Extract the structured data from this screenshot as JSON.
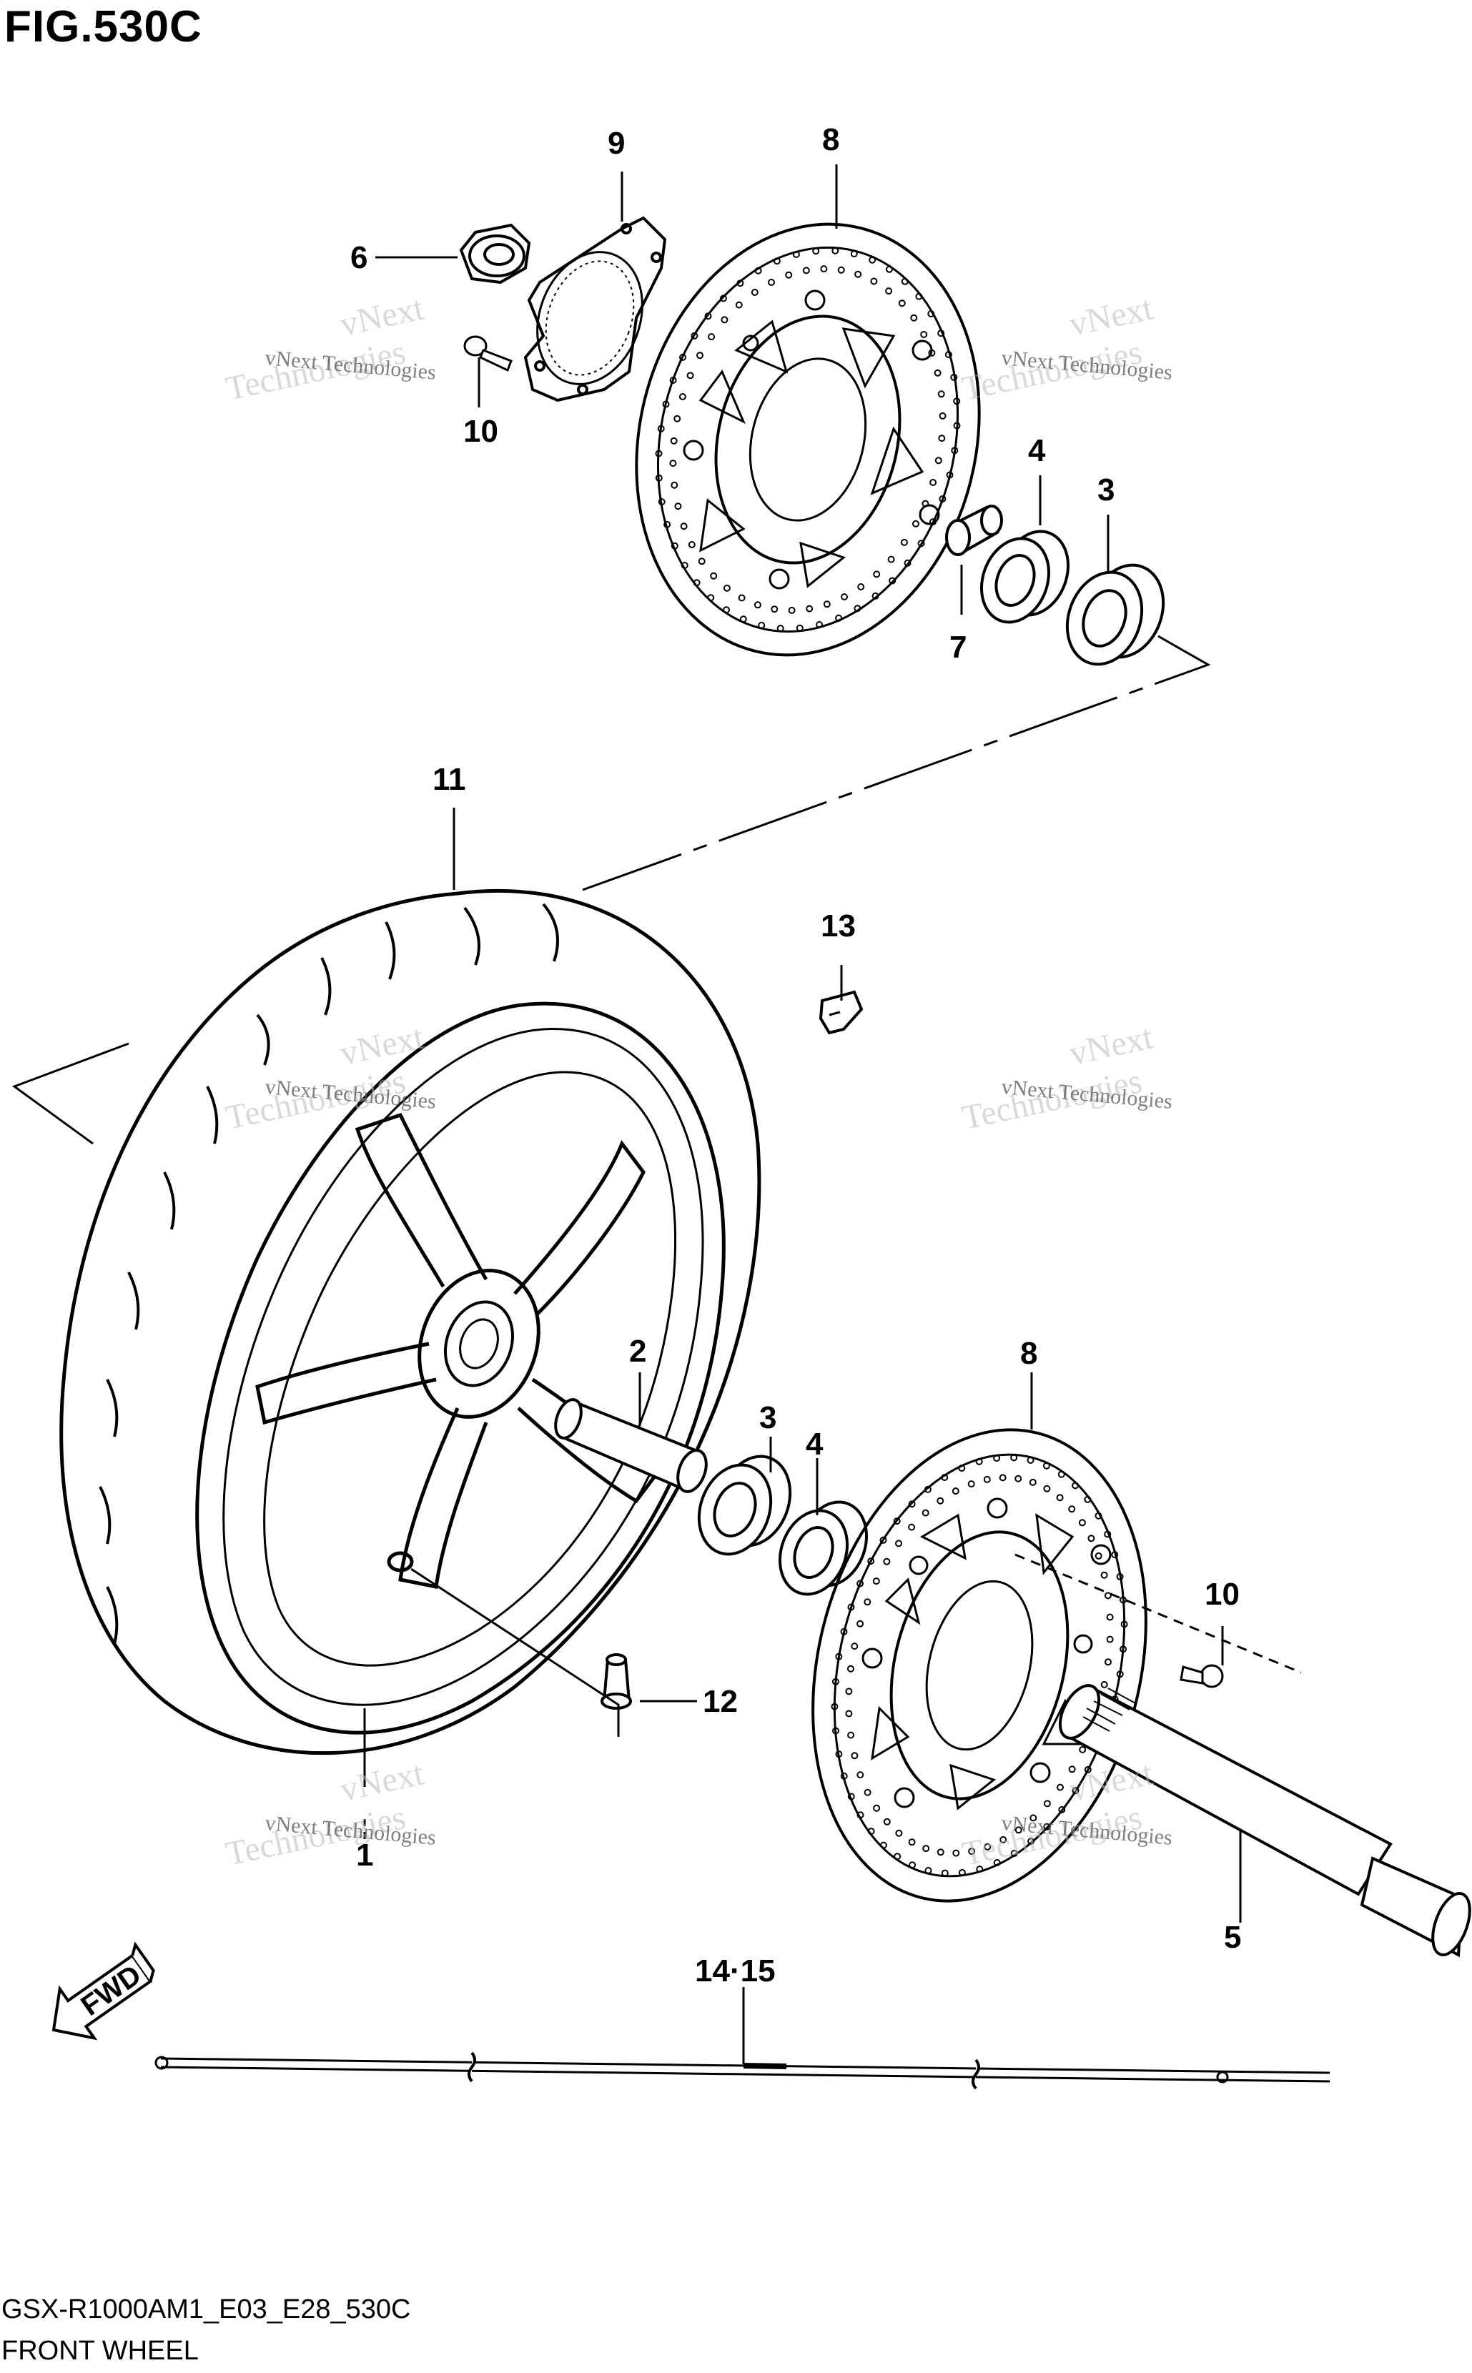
{
  "figure": {
    "title": "FIG.530C",
    "model_code": "GSX-R1000AM1_E03_E28_530C",
    "subtitle": "FRONT WHEEL"
  },
  "callouts": {
    "c9": "9",
    "c8_top": "8",
    "c6": "6",
    "c10_top": "10",
    "c4_top": "4",
    "c3_top": "3",
    "c7": "7",
    "c11": "11",
    "c13": "13",
    "c2": "2",
    "c3_mid": "3",
    "c4_mid": "4",
    "c8_mid": "8",
    "c10_mid": "10",
    "c12": "12",
    "c1": "1",
    "c5": "5",
    "c14_15": "14·15"
  },
  "fwd_label": "FWD",
  "watermark": {
    "line1": "vNext Technologies",
    "line2a": "vNext",
    "line2b": "Technologies"
  }
}
